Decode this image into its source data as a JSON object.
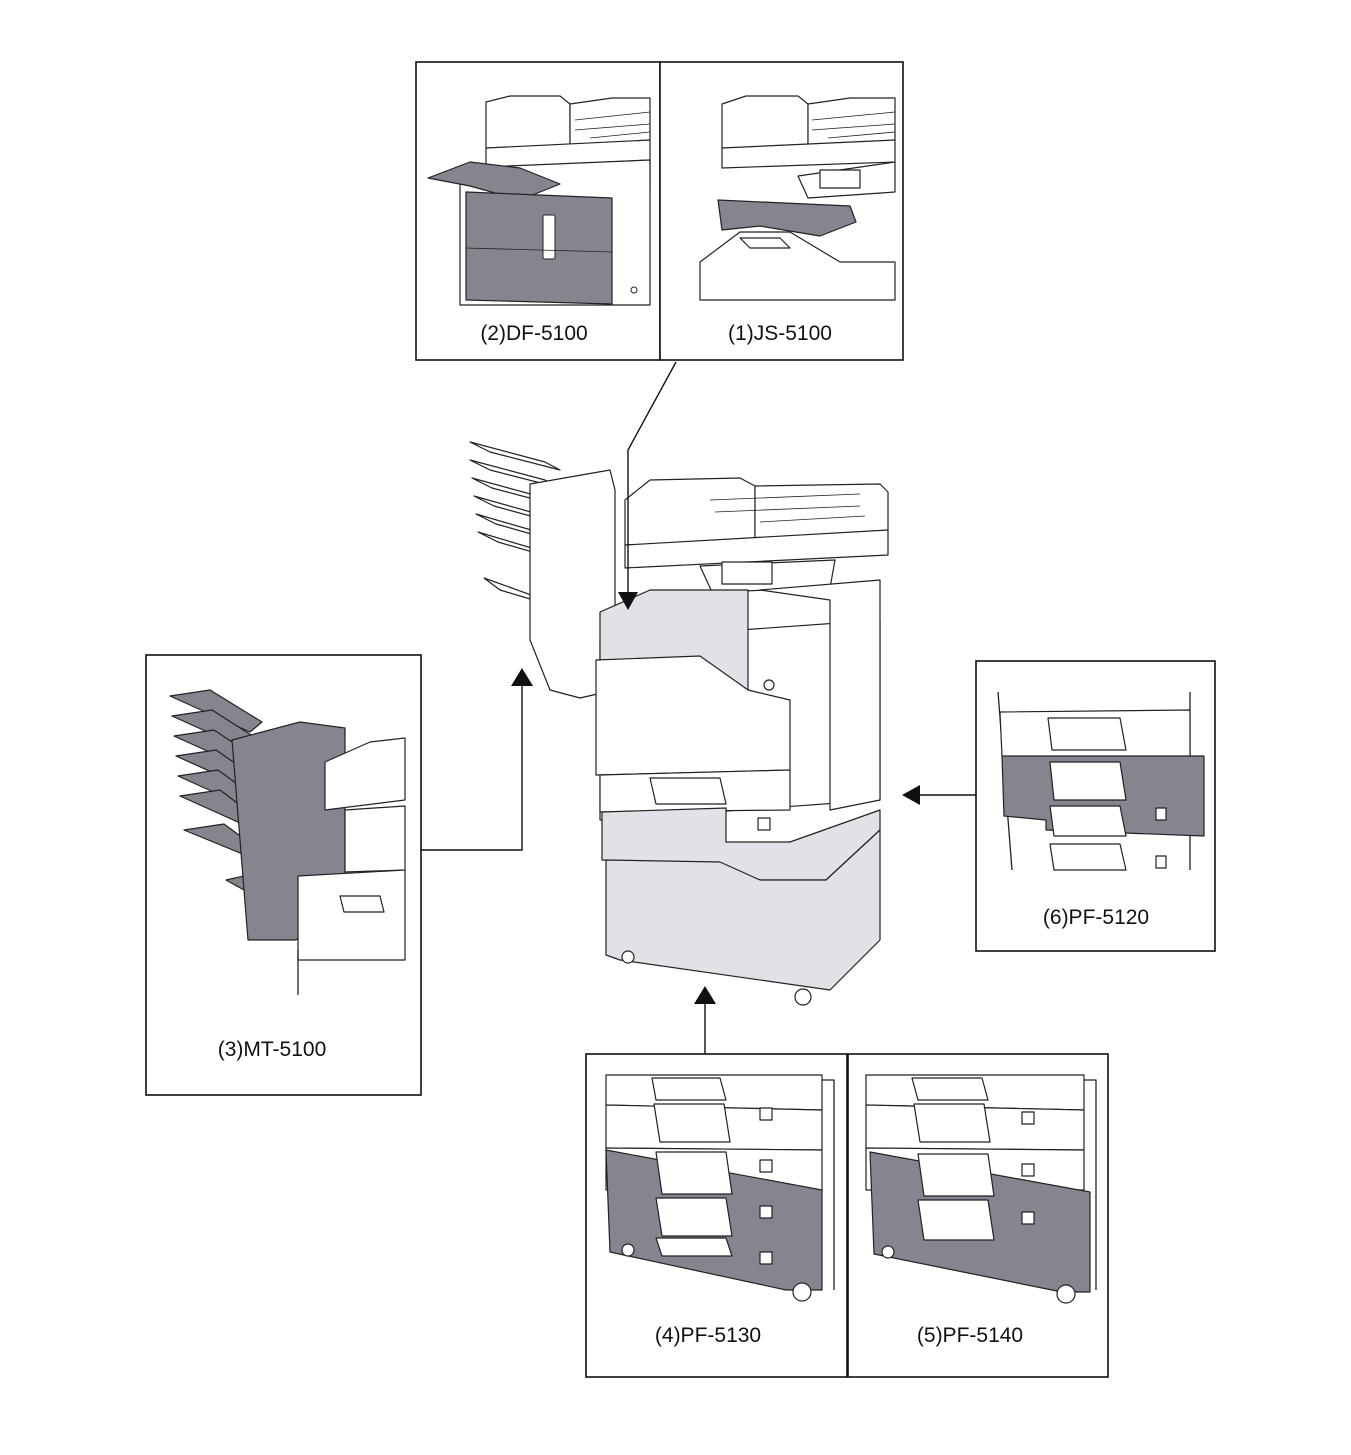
{
  "options": [
    {
      "id": "js",
      "label": "(1)JS-5100"
    },
    {
      "id": "df",
      "label": "(2)DF-5100"
    },
    {
      "id": "mt",
      "label": "(3)MT-5100"
    },
    {
      "id": "pf5130",
      "label": "(4)PF-5130"
    },
    {
      "id": "pf5140",
      "label": "(5)PF-5140"
    },
    {
      "id": "pf5120",
      "label": "(6)PF-5120"
    }
  ],
  "colors": {
    "option_highlight": "#85858f",
    "installed_option": "#e1e2e7",
    "line": "#222222"
  }
}
